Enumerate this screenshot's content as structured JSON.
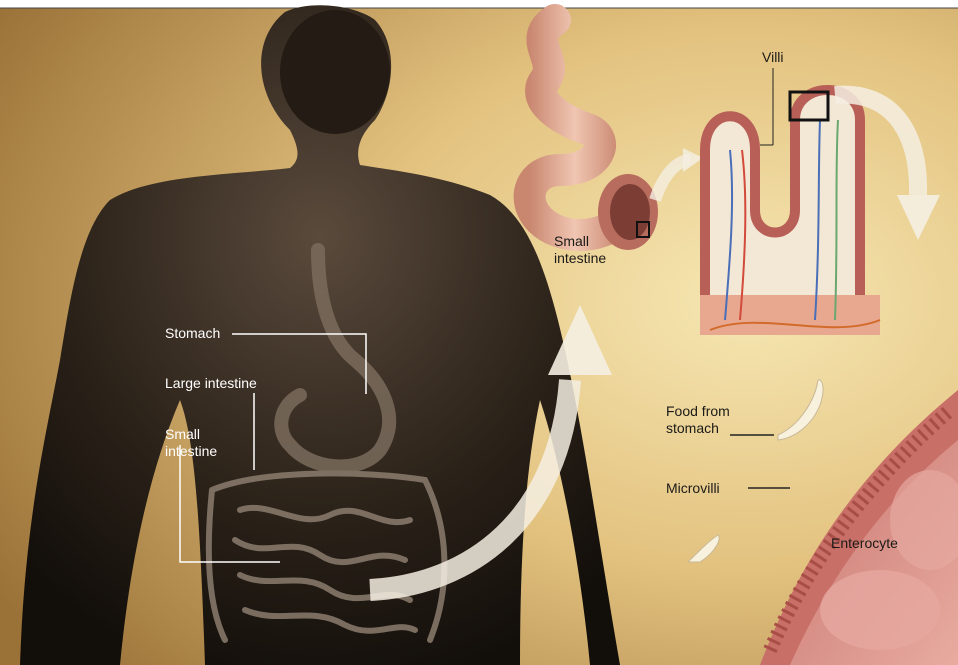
{
  "labels": {
    "stomach": "Stomach",
    "large_intestine": "Large intestine",
    "small_intestine_body": "Small\nintestine",
    "small_intestine_tube": "Small\nintestine",
    "villi": "Villi",
    "food_from_stomach": "Food from\nstomach",
    "microvilli": "Microvilli",
    "enterocyte": "Enterocyte"
  },
  "colors": {
    "background_light": "#f3e2a8",
    "background_warm": "#c9a25f",
    "body_shadow": "#1a1612",
    "intestine_tissue": "#d9a38f",
    "enterocyte": "#d48e86",
    "arrow": "#f5efe2"
  }
}
